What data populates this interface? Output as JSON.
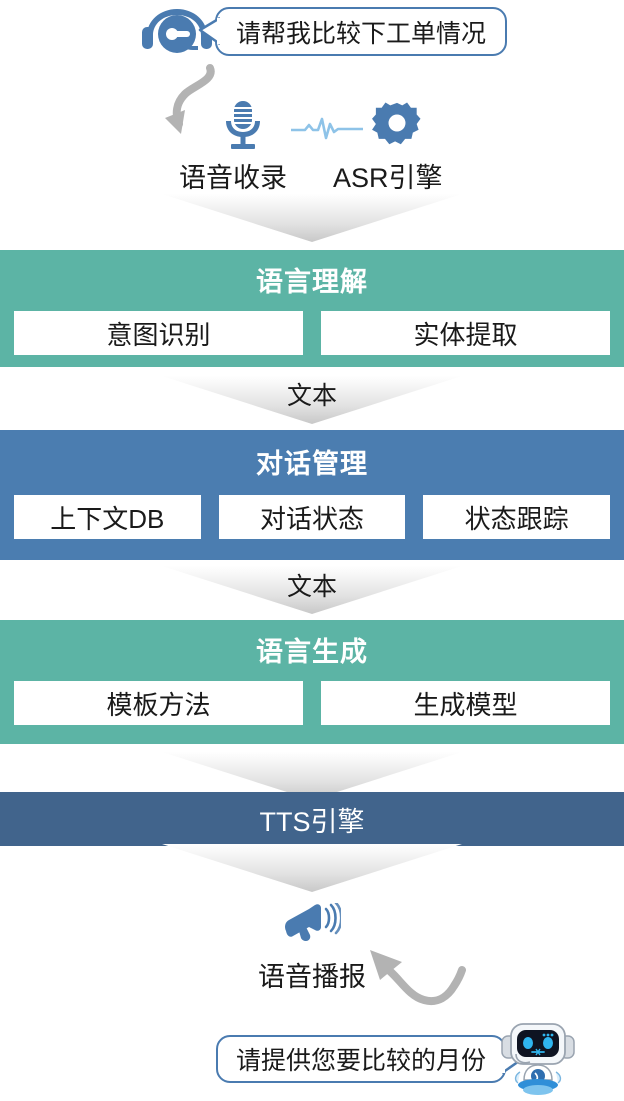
{
  "dialog": {
    "user_bubble": "请帮我比较下工单情况",
    "bot_bubble": "请提供您要比较的月份"
  },
  "input_stage": {
    "icons": [
      {
        "name": "microphone-icon",
        "caption": "语音收录"
      },
      {
        "name": "waveform-icon",
        "caption": ""
      },
      {
        "name": "gear-icon",
        "caption": "ASR引擎"
      }
    ],
    "caption_voice_capture": "语音收录",
    "caption_asr": "ASR引擎"
  },
  "flow": {
    "arrow_labels": {
      "text_1": "文本",
      "text_2": "文本"
    }
  },
  "stages": [
    {
      "id": "nlu",
      "title": "语言理解",
      "color": "#5CB4A5",
      "cells": [
        "意图识别",
        "实体提取"
      ]
    },
    {
      "id": "dm",
      "title": "对话管理",
      "color": "#4B7DB0",
      "cells": [
        "上下文DB",
        "对话状态",
        "状态跟踪"
      ]
    },
    {
      "id": "nlg",
      "title": "语言生成",
      "color": "#5CB4A5",
      "cells": [
        "模板方法",
        "生成模型"
      ]
    },
    {
      "id": "tts",
      "title": "TTS引擎",
      "color": "#41648C",
      "cells": []
    }
  ],
  "output_stage": {
    "icon": "megaphone-icon",
    "caption": "语音播报"
  },
  "icons": {
    "headset": "headset-icon",
    "robot": "robot-assistant-icon",
    "curved_arrow_down": "curved-arrow-down-icon",
    "curved_arrow_up": "curved-arrow-up-icon"
  },
  "colors": {
    "accent_blue": "#4A7BB0",
    "teal": "#5CB4A5",
    "blue": "#4B7DB0",
    "dark_blue": "#41648C",
    "waveform_blue": "#8EC3E8",
    "gray_arrow": "#B3B3B3"
  }
}
